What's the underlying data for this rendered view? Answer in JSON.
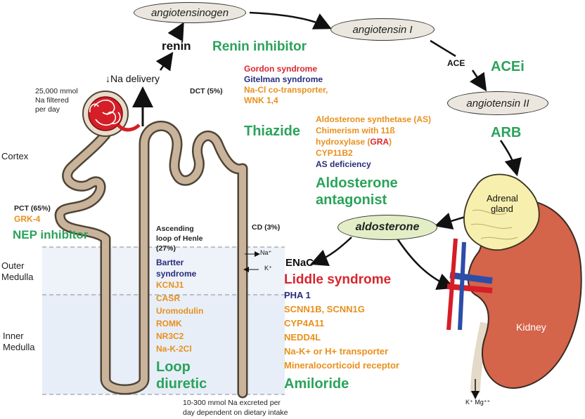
{
  "zones": {
    "cortex": "Cortex",
    "outer_medulla": [
      "Outer",
      "Medulla"
    ],
    "inner_medulla": [
      "Inner",
      "Medulla"
    ]
  },
  "cascade": {
    "angiotensinogen": "angiotensinogen",
    "angiotensin_i": "angiotensin I",
    "angiotensin_ii": "angiotensin II",
    "aldosterone": "aldosterone",
    "renin": "renin",
    "ace": "ACE",
    "enac": "ENaC"
  },
  "drugs": {
    "renin_inhibitor": "Renin inhibitor",
    "acei": "ACEi",
    "arb": "ARB",
    "thiazide": "Thiazide",
    "aldosterone_antagonist": [
      "Aldosterone",
      "antagonist"
    ],
    "nep_inhibitor": "NEP inhibitor",
    "loop_diuretic": [
      "Loop",
      "diuretic"
    ],
    "amiloride": "Amiloride"
  },
  "labels": {
    "na_delivery": "↓Na delivery",
    "filtered": [
      "25,000 mmol",
      "Na filtered",
      "per day"
    ],
    "dct": "DCT (5%)",
    "pct": "PCT (65%)",
    "ascending": [
      "Ascending",
      "loop of Henle",
      "(27%)"
    ],
    "cd": "CD (3%)",
    "na_plus": "Na⁺",
    "k_plus": "K⁺",
    "adrenal": [
      "Adrenal",
      "gland"
    ],
    "kidney": "Kidney",
    "k_mg": "K⁺ Mg⁺⁺",
    "excreted": [
      "10-300 mmol Na excreted per",
      "day dependent on dietary intake"
    ]
  },
  "dct_genes": {
    "gordon": "Gordon syndrome",
    "gitelman": "Gitelman syndrome",
    "nacl": [
      "Na-Cl co-transporter,",
      "WNK 1,4"
    ]
  },
  "aldo_genes": {
    "lines": [
      "Aldosterone synthetase (AS)",
      "Chimerism with 11ß"
    ],
    "hydroxylase": "hydroxylase (",
    "gra": "GRA",
    "close": ")",
    "cyp11b2": "CYP11B2",
    "as_def": "AS deficiency"
  },
  "pct_genes": {
    "grk4": "GRK-4"
  },
  "loop_genes": {
    "bartter": [
      "Bartter",
      "syndrome"
    ],
    "list": [
      "KCNJ1",
      "CASR",
      "Uromodulin",
      "ROMK",
      "NR3C2",
      "Na-K-2Cl"
    ]
  },
  "cd_genes": {
    "liddle": "Liddle syndrome",
    "pha1": "PHA 1",
    "list": [
      "SCNN1B, SCNN1G",
      "CYP4A11",
      "NEDD4L",
      "Na-K+ or H+ transporter",
      "Mineralocorticoid receptor"
    ]
  },
  "colors": {
    "drug_green": "#2aa35a",
    "gene_orange": "#e8901c",
    "syndrome_red": "#d7262d",
    "syndrome_navy": "#272d7a",
    "tubule_tan": "#c9b39a",
    "kidney_red": "#d4644a",
    "adrenal_yellow": "#f6efad"
  }
}
